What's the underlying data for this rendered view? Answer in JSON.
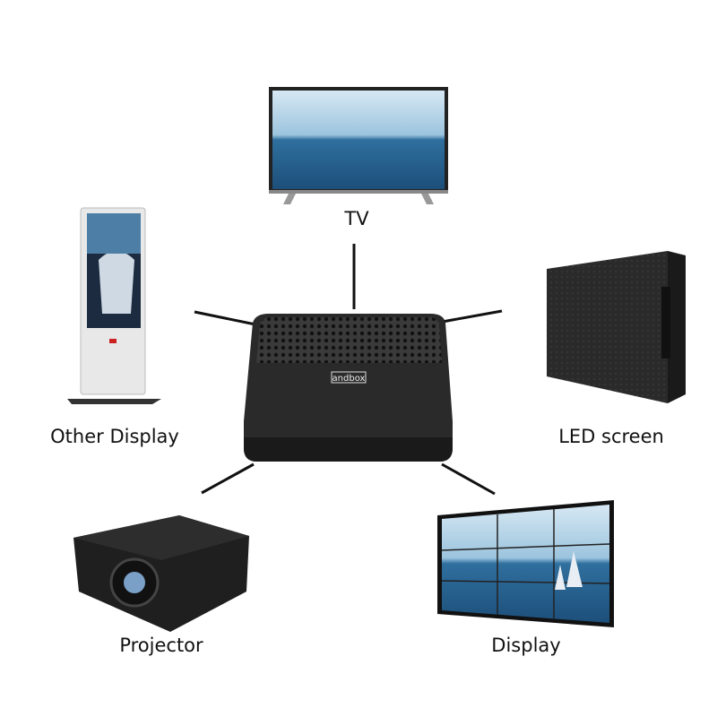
{
  "hub": {
    "logo_text": "andbox"
  },
  "devices": [
    {
      "id": "tv",
      "label": "TV"
    },
    {
      "id": "other-display",
      "label": "Other Display"
    },
    {
      "id": "led-screen",
      "label": "LED screen"
    },
    {
      "id": "projector",
      "label": "Projector"
    },
    {
      "id": "display",
      "label": "Display"
    }
  ],
  "colors": {
    "connector": "#111111",
    "device_body": "#1e1e1e",
    "sea": "#3a7fb0",
    "sky": "#cfe3f0"
  }
}
